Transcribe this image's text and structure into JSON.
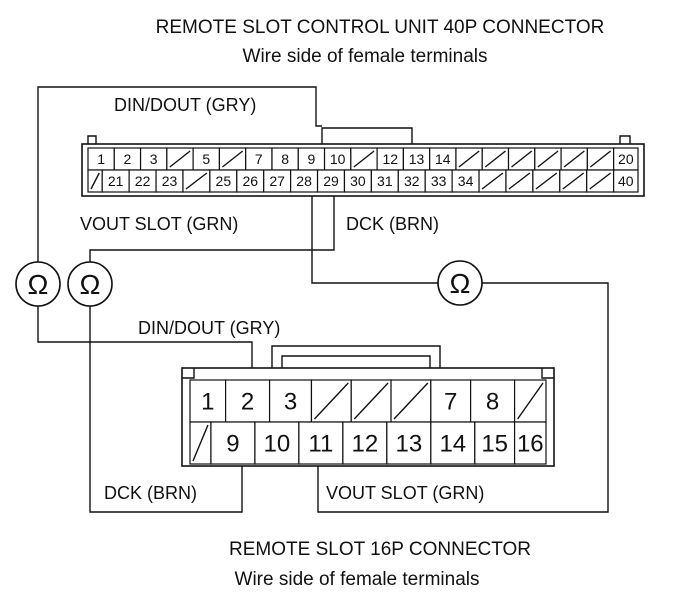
{
  "top_connector": {
    "title": "REMOTE SLOT CONTROL UNIT 40P CONNECTOR",
    "subtitle": "Wire side of female terminals",
    "row1": [
      "1",
      "2",
      "3",
      "",
      "5",
      "",
      "7",
      "8",
      "9",
      "10",
      "",
      "12",
      "13",
      "14",
      "",
      "",
      "",
      "",
      "",
      "",
      "20"
    ],
    "row2": [
      "",
      "21",
      "22",
      "23",
      "",
      "25",
      "26",
      "27",
      "28",
      "29",
      "30",
      "31",
      "32",
      "33",
      "34",
      "",
      "",
      "",
      "",
      "",
      "40"
    ],
    "labels": {
      "din_dout": "DIN/DOUT (GRY)",
      "vout_slot": "VOUT SLOT (GRN)",
      "dck": "DCK (BRN)"
    }
  },
  "bottom_connector": {
    "title": "REMOTE SLOT 16P CONNECTOR",
    "subtitle": "Wire side of female terminals",
    "row1": [
      "1",
      "2",
      "3",
      "",
      "",
      "",
      "7",
      "8",
      ""
    ],
    "row2": [
      "",
      "9",
      "10",
      "11",
      "12",
      "13",
      "14",
      "15",
      "16"
    ],
    "labels": {
      "din_dout": "DIN/DOUT (GRY)",
      "dck": "DCK (BRN)",
      "vout_slot": "VOUT SLOT (GRN)"
    }
  },
  "meters": [
    "Ω",
    "Ω",
    "Ω"
  ],
  "icons": [
    "ohmmeter-icon"
  ]
}
